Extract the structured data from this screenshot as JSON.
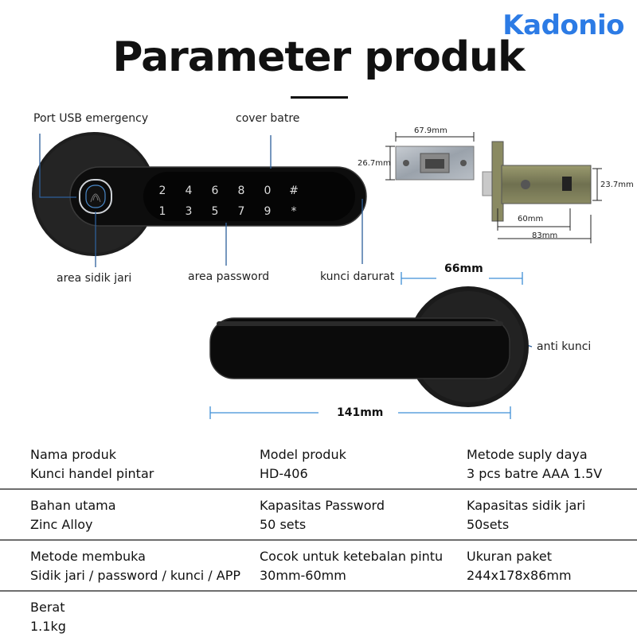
{
  "brand": "Kadonio",
  "title": "Parameter produk",
  "callouts": {
    "port_usb": "Port USB emergency",
    "cover_batre": "cover batre",
    "area_sidik_jari": "area sidik jari",
    "area_password": "area password",
    "kunci_darurat": "kunci darurat",
    "anti_kunci": "anti kunci"
  },
  "keypad": {
    "row1": [
      "2",
      "4",
      "6",
      "8",
      "0",
      "#"
    ],
    "row2": [
      "1",
      "3",
      "5",
      "7",
      "9",
      "*"
    ]
  },
  "dimensions": {
    "plate_width": "67.9mm",
    "plate_height": "26.7mm",
    "latch_height": "23.7mm",
    "latch_60": "60mm",
    "latch_83": "83mm",
    "handle_66": "66mm",
    "handle_141": "141mm"
  },
  "specs": [
    [
      {
        "key": "Nama produk",
        "value": "Kunci handel pintar"
      },
      {
        "key": "Model produk",
        "value": "HD-406"
      },
      {
        "key": "Metode suply daya",
        "value": "3 pcs batre AAA 1.5V"
      }
    ],
    [
      {
        "key": "Bahan utama",
        "value": "Zinc Alloy"
      },
      {
        "key": "Kapasitas Password",
        "value": "50 sets"
      },
      {
        "key": "Kapasitas sidik jari",
        "value": "50sets"
      }
    ],
    [
      {
        "key": "Metode membuka",
        "value": "Sidik jari / password / kunci / APP"
      },
      {
        "key": "Cocok untuk ketebalan pintu",
        "value": "30mm-60mm"
      },
      {
        "key": "Ukuran paket",
        "value": "244x178x86mm"
      }
    ],
    [
      {
        "key": "Berat",
        "value": "1.1kg"
      }
    ]
  ],
  "colors": {
    "brand": "#2c7be5",
    "dimension_line": "#3f8fd6",
    "callout_line": "#2d5f9a",
    "product_black": "#111111"
  }
}
